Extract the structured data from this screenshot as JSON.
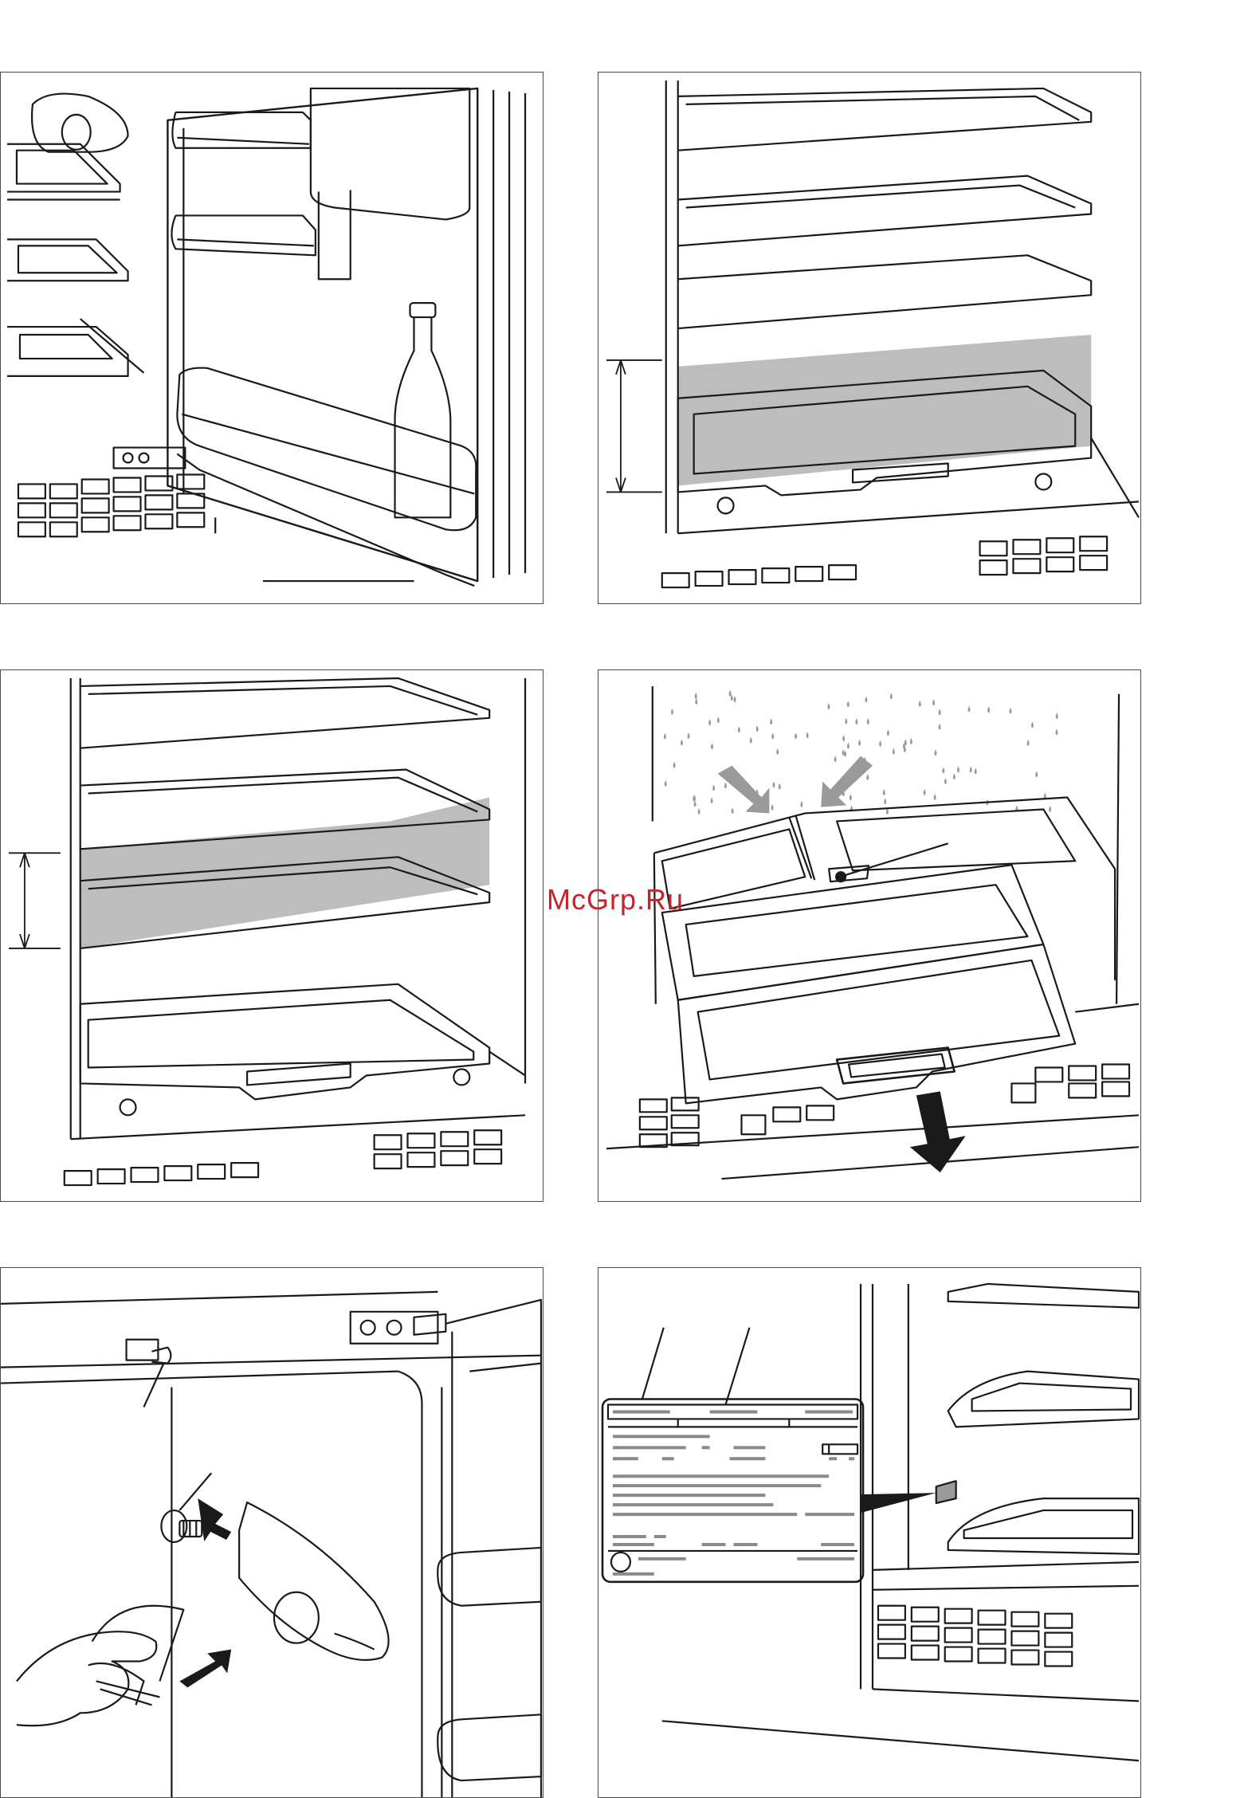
{
  "watermark": "McGrp.Ru",
  "colors": {
    "line": "#1a1a1a",
    "shade": "#bdbdbd",
    "watermark": "#c0262c",
    "border": "#4a4a4a"
  },
  "figures": [
    {
      "id": "fig1",
      "subject": "open-door-with-bottle"
    },
    {
      "id": "fig2",
      "subject": "bottom-shelf-height"
    },
    {
      "id": "fig3",
      "subject": "middle-shelf-height"
    },
    {
      "id": "fig4",
      "subject": "crisper-drawer-removal"
    },
    {
      "id": "fig5",
      "subject": "light-bulb-replacement"
    },
    {
      "id": "fig6",
      "subject": "rating-plate-location"
    }
  ]
}
